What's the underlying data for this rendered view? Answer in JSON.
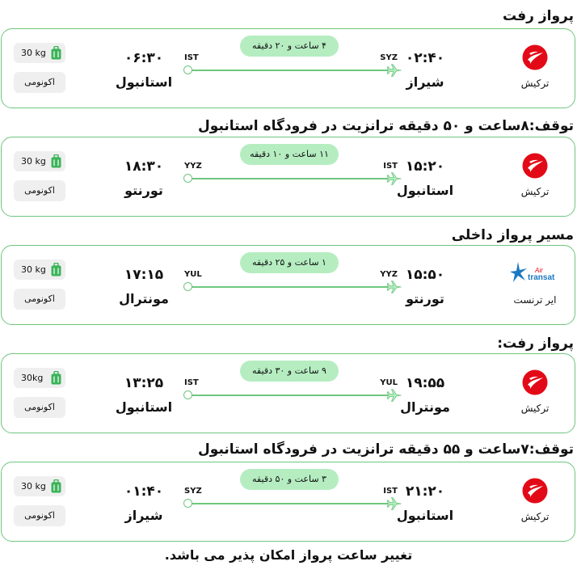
{
  "segments": [
    {
      "heading": "پرواز رفت",
      "airline": {
        "name": "ترکیش",
        "logo": "turkish-airlines-logo"
      },
      "origin": {
        "time": "۰۲:۴۰",
        "city": "شیراز",
        "code": "SYZ"
      },
      "destination": {
        "time": "۰۶:۳۰",
        "city": "استانبول",
        "code": "IST"
      },
      "duration": "۴ ساعت و ۲۰ دقیقه",
      "baggage": "30 kg",
      "cabin": "اکونومی"
    },
    {
      "heading": "توقف:۸ساعت و ۵۰ دقیقه ترانزیت در فرودگاه استانبول",
      "airline": {
        "name": "ترکیش",
        "logo": "turkish-airlines-logo"
      },
      "origin": {
        "time": "۱۵:۲۰",
        "city": "استانبول",
        "code": "IST"
      },
      "destination": {
        "time": "۱۸:۳۰",
        "city": "تورنتو",
        "code": "YYZ"
      },
      "duration": "۱۱ ساعت و ۱۰ دقیقه",
      "baggage": "30 kg",
      "cabin": "اکونومی"
    },
    {
      "heading": "مسیر پرواز داخلی",
      "airline": {
        "name": "ایر ترنست",
        "logo": "air-transat-logo",
        "logo_text_top": "Air",
        "logo_text_bottom": "transat"
      },
      "origin": {
        "time": "۱۵:۵۰",
        "city": "تورنتو",
        "code": "YYZ"
      },
      "destination": {
        "time": "۱۷:۱۵",
        "city": "مونترال",
        "code": "YUL"
      },
      "duration": "۱ ساعت و ۲۵ دقیقه",
      "baggage": "30 kg",
      "cabin": "اکونومی"
    },
    {
      "heading": "پرواز رفت:",
      "airline": {
        "name": "ترکیش",
        "logo": "turkish-airlines-logo"
      },
      "origin": {
        "time": "۱۹:۵۵",
        "city": "مونترال",
        "code": "YUL"
      },
      "destination": {
        "time": "۱۳:۲۵",
        "city": "استانبول",
        "code": "IST"
      },
      "duration": "۹ ساعت و ۳۰ دقیقه",
      "baggage": "30kg",
      "cabin": "اکونومی"
    },
    {
      "heading": "توقف:۷ساعت و ۵۵ دقیقه ترانزیت در فرودگاه استانبول",
      "airline": {
        "name": "ترکیش",
        "logo": "turkish-airlines-logo"
      },
      "origin": {
        "time": "۲۱:۲۰",
        "city": "استانبول",
        "code": "IST"
      },
      "destination": {
        "time": "۰۱:۴۰",
        "city": "شیراز",
        "code": "SYZ"
      },
      "duration": "۳ ساعت و ۵۰ دقیقه",
      "baggage": "30 kg",
      "cabin": "اکونومی"
    }
  ],
  "footer": "تغییر ساعت پرواز امکان پذیر می باشد.",
  "colors": {
    "accent_green": "#6fc67e",
    "duration_pill": "#b5edc1",
    "baggage_icon": "#3cb45a",
    "turkish_red": "#e30a17",
    "transat_blue": "#1a78c2",
    "chip_bg": "#efefef"
  }
}
